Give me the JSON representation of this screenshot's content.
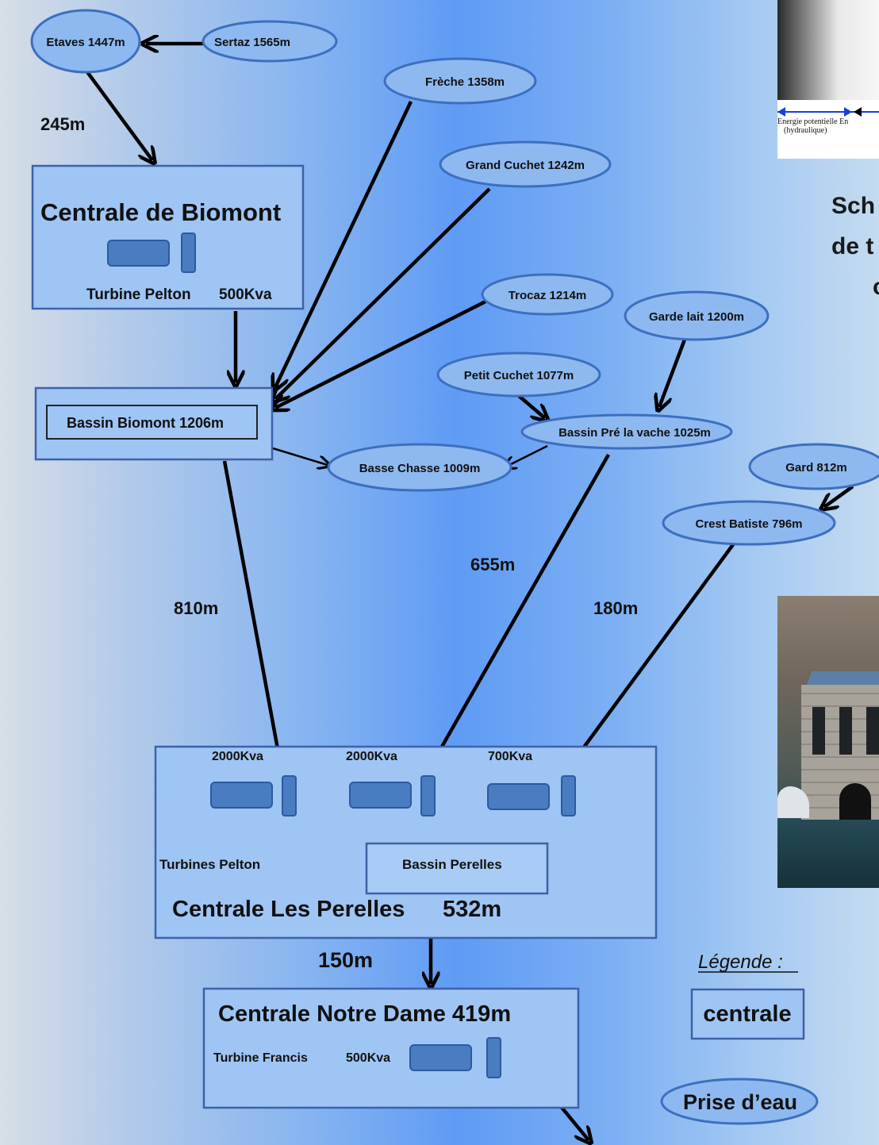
{
  "prises": [
    {
      "id": "etaves",
      "label": "Etaves 1447m"
    },
    {
      "id": "sertaz",
      "label": "Sertaz 1565m"
    },
    {
      "id": "freche",
      "label": "Frèche 1358m"
    },
    {
      "id": "grand-cuchet",
      "label": "Grand Cuchet 1242m"
    },
    {
      "id": "trocaz",
      "label": "Trocaz 1214m"
    },
    {
      "id": "garde-lait",
      "label": "Garde lait 1200m"
    },
    {
      "id": "petit-cuchet",
      "label": "Petit Cuchet 1077m"
    },
    {
      "id": "bassin-pre-la-vache",
      "label": "Bassin Pré la vache 1025m"
    },
    {
      "id": "basse-chasse",
      "label": "Basse Chasse 1009m"
    },
    {
      "id": "gard",
      "label": "Gard 812m"
    },
    {
      "id": "crest-batiste",
      "label": "Crest Batiste 796m"
    }
  ],
  "biomont": {
    "title": "Centrale de Biomont",
    "turbine": "Turbine Pelton",
    "power": "500Kva"
  },
  "bassin_biomont": {
    "label": "Bassin Biomont 1206m"
  },
  "perelles": {
    "title": "Centrale Les Perelles",
    "altitude": "532m",
    "turbines": "Turbines Pelton",
    "powers": [
      "2000Kva",
      "2000Kva",
      "700Kva"
    ],
    "bassin": "Bassin Perelles"
  },
  "notre_dame": {
    "title": "Centrale Notre Dame 419m",
    "turbine": "Turbine Francis",
    "power": "500Kva"
  },
  "drops": {
    "d245": "245m",
    "d810": "810m",
    "d655": "655m",
    "d180": "180m",
    "d150": "150m"
  },
  "legend": {
    "title": "Légende :",
    "centrale": "centrale",
    "prise": "Prise d’eau"
  },
  "side": {
    "caption_line1": "Energie potentielle En",
    "caption_line2": "(hydraulique)",
    "title_line1": "Sch",
    "title_line2": "de t",
    "title_line3": "c"
  }
}
